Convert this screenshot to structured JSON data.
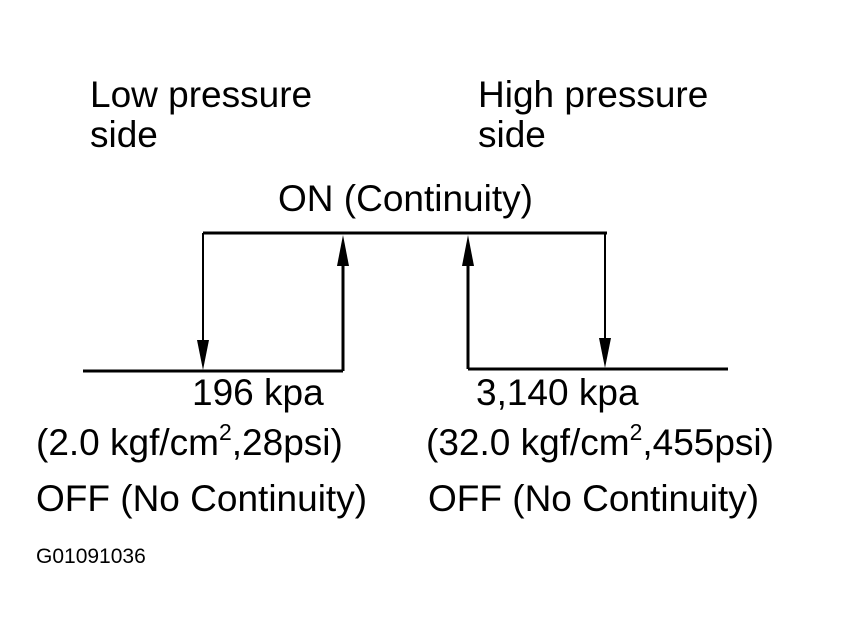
{
  "low_side": {
    "title_line1": "Low pressure",
    "title_line2": "side",
    "pressure": "196 kpa",
    "conversion_prefix": "(2.0 kgf/cm",
    "conversion_exponent": "2",
    "conversion_suffix": ",28psi)",
    "state_label": "OFF (No Continuity)"
  },
  "high_side": {
    "title_line1": "High pressure",
    "title_line2": "side",
    "pressure": "3,140 kpa",
    "conversion_prefix": "(32.0 kgf/cm",
    "conversion_exponent": "2",
    "conversion_suffix": ",455psi)",
    "state_label": "OFF (No Continuity)"
  },
  "on_label": "ON (Continuity)",
  "figure_code": "G01091036",
  "colors": {
    "line": "#000000",
    "background": "#ffffff"
  }
}
